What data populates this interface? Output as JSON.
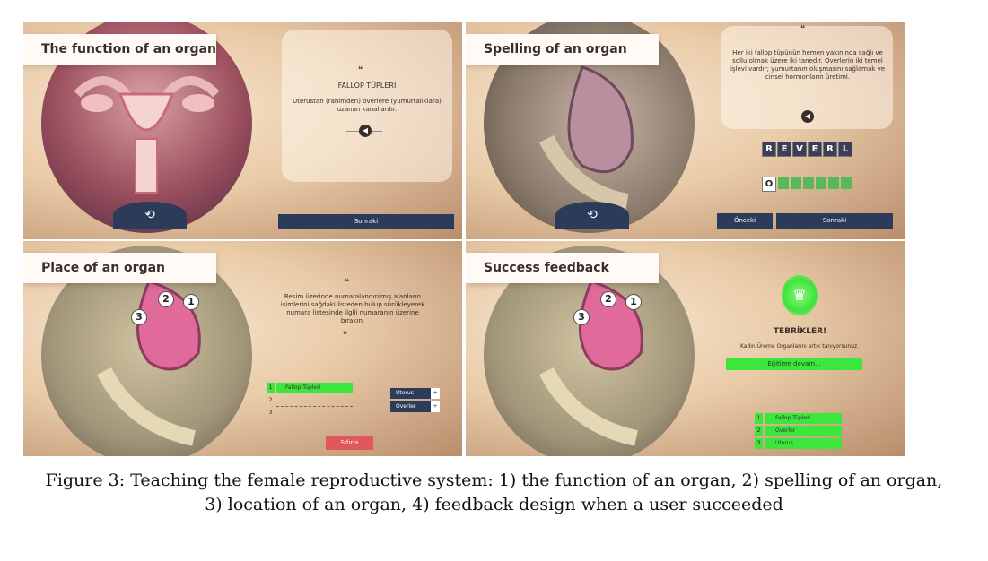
{
  "panels": [
    {
      "title": "The function of an organ",
      "card_heading": "FALLOP TÜPLERİ",
      "card_text": "Uterustan (rahimden) overlere (yumurtalıklara) uzanan kanallardır.",
      "next_button": "Sonraki",
      "icons": [
        "rotate-icon",
        "audio-icon",
        "quote-icon"
      ]
    },
    {
      "title": "Spelling of an organ",
      "card_text": "Her iki fallop tüpünün hemen yakınında sağlı ve sollu olmak üzere iki tanedir. Overlerin iki temel işlevi vardır; yumurtanın oluşmasını sağlamak ve cinsel hormonların üretimi.",
      "letters": [
        "R",
        "E",
        "V",
        "E",
        "R",
        "L"
      ],
      "answer_first_letter": "O",
      "answer_slots_total": 6,
      "prev_button": "Önceki",
      "next_button": "Sonraki",
      "icons": [
        "rotate-icon",
        "audio-icon",
        "quote-icon"
      ]
    },
    {
      "title": "Place of an organ",
      "card_text": "Resim üzerinde numaralandırılmış alanların isimlerini sağdaki listeden bulup sürükleyerek numara listesinde ilgili numaranın üzerine bırakın.",
      "markers": [
        "2",
        "1",
        "3"
      ],
      "list_rows": [
        {
          "num": "1",
          "label": "Fallop Tüpleri",
          "filled": true
        },
        {
          "num": "2",
          "label": "",
          "filled": false
        },
        {
          "num": "3",
          "label": "",
          "filled": false
        }
      ],
      "options": [
        "Uterus",
        "Overler"
      ],
      "reset_button": "Sıfırla"
    },
    {
      "title": "Success feedback",
      "heading": "TEBRİKLER!",
      "message": "Kadın Üreme Organlarını artık tanıyorsunuz.",
      "continue_button": "Eğitime devam...",
      "markers": [
        "2",
        "1",
        "3"
      ],
      "list_rows": [
        {
          "num": "1",
          "label": "Fallop Tüpleri"
        },
        {
          "num": "2",
          "label": "Overler"
        },
        {
          "num": "3",
          "label": "Uterus"
        }
      ]
    }
  ],
  "caption": {
    "line1": "Figure 3: Teaching the female reproductive system: 1) the function of an organ, 2) spelling of an organ,",
    "line2": "3) location of an organ, 4) feedback design when a user succeeded"
  },
  "colors": {
    "nav": "#2d3b5a",
    "success_green": "#3ce63c",
    "panel_warm": "#e9cba8"
  }
}
